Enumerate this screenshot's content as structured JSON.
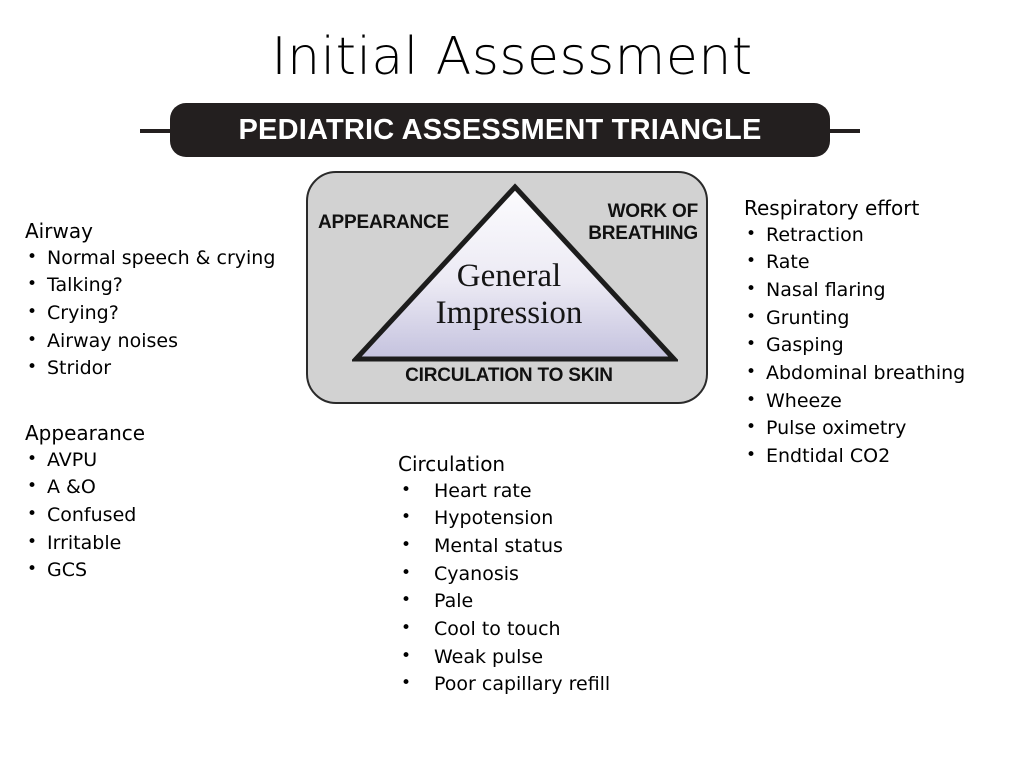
{
  "slide": {
    "title": "Initial Assessment"
  },
  "banner": {
    "label": "PEDIATRIC ASSESSMENT TRIANGLE"
  },
  "diagram": {
    "appearance_label": "APPEARANCE",
    "work_of_breathing_label": "WORK OF\nBREATHING",
    "circulation_to_skin_label": "CIRCULATION TO SKIN",
    "center_caption": "General\nImpression",
    "colors": {
      "panel_fill": "#d2d2d2",
      "panel_border": "#2a2a2a",
      "triangle_top": "#fcfcfe",
      "triangle_bottom": "#c4c2de",
      "triangle_stroke": "#1c1c1c"
    }
  },
  "blocks": {
    "airway": {
      "heading": "Airway",
      "items": [
        "Normal speech & crying",
        "Talking?",
        "Crying?",
        "Airway noises",
        "Stridor"
      ]
    },
    "appearance": {
      "heading": "Appearance",
      "items": [
        "AVPU",
        "A &O",
        "Confused",
        "Irritable",
        "GCS"
      ]
    },
    "respiratory_effort": {
      "heading": "Respiratory effort",
      "items": [
        "Retraction",
        "Rate",
        "Nasal flaring",
        "Grunting",
        "Gasping",
        "Abdominal breathing",
        "Wheeze",
        "Pulse oximetry",
        "Endtidal CO2"
      ]
    },
    "circulation": {
      "heading": "Circulation",
      "items": [
        "Heart rate",
        "Hypotension",
        "Mental status",
        "Cyanosis",
        "Pale",
        "Cool to touch",
        "Weak pulse",
        "Poor capillary refill"
      ]
    }
  }
}
